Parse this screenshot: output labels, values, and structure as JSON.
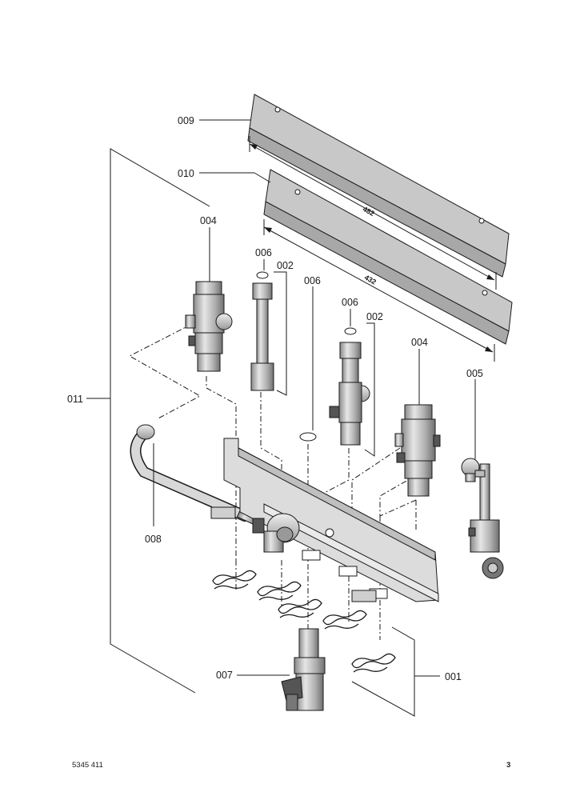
{
  "labels": {
    "p009": "009",
    "p010": "010",
    "p004a": "004",
    "p006a": "006",
    "p002a": "002",
    "p006b": "006",
    "p006c": "006",
    "p002b": "002",
    "p004b": "004",
    "p005": "005",
    "p011": "011",
    "p008": "008",
    "p007": "007",
    "p001": "001"
  },
  "dimensions": {
    "rail_top_length": "482",
    "rail_bottom_length": "432"
  },
  "footer": {
    "document_number": "5345 411",
    "page_number": "3"
  }
}
